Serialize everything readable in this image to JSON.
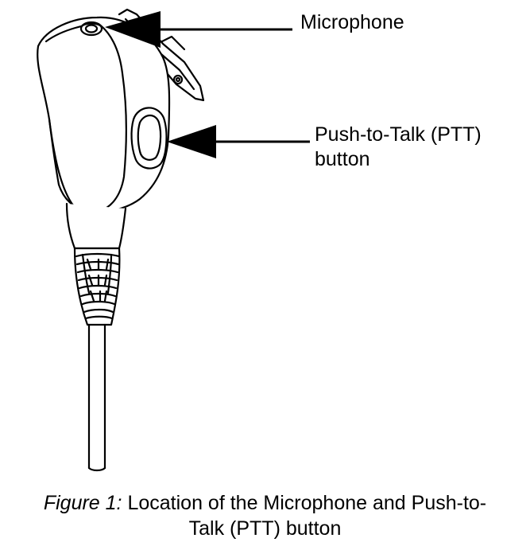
{
  "callouts": {
    "microphone": "Microphone",
    "ptt_line1": "Push-to-Talk (PTT)",
    "ptt_line2": "button"
  },
  "caption": {
    "label": "Figure 1:",
    "line1_text": " Location of the Microphone and Push-to-",
    "line2_text": "Talk (PTT) button"
  },
  "colors": {
    "ink": "#000000",
    "background": "#ffffff"
  }
}
